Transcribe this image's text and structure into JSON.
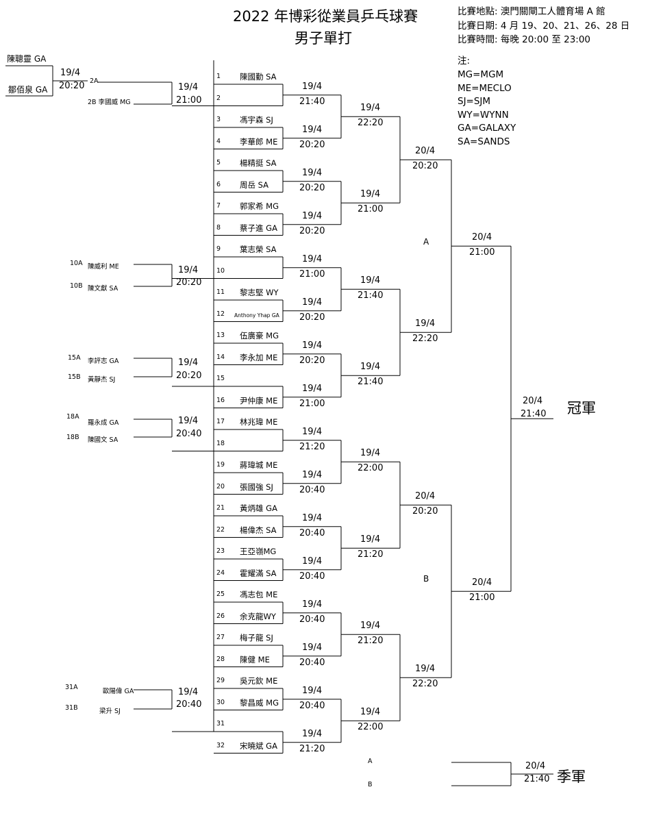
{
  "header": {
    "title_line1": "2022 年博彩從業員乒乓球賽",
    "title_line2": "男子單打"
  },
  "info": {
    "venue": "比賽地點: 澳門關閘工人體育場 A 館",
    "dates": "比賽日期: 4 月 19、20、21、26、28 日",
    "time": "比賽時間: 每晚 20:00 至 23:00"
  },
  "legend": {
    "heading": "注:",
    "items": [
      "MG=MGM",
      "ME=MECLO",
      "SJ=SJM",
      "WY=WYNN",
      "GA=GALAXY",
      "SA=SANDS"
    ]
  },
  "slots": [
    {
      "num": "1",
      "name": "陳國勤 SA"
    },
    {
      "num": "2",
      "name": ""
    },
    {
      "num": "3",
      "name": "馮宇森 SJ"
    },
    {
      "num": "4",
      "name": "李華郎 ME"
    },
    {
      "num": "5",
      "name": "楊精挺 SA"
    },
    {
      "num": "6",
      "name": "周岳 SA"
    },
    {
      "num": "7",
      "name": "郭家希 MG"
    },
    {
      "num": "8",
      "name": "蔡子進 GA"
    },
    {
      "num": "9",
      "name": "葉志榮 SA"
    },
    {
      "num": "10",
      "name": ""
    },
    {
      "num": "11",
      "name": "黎志堅 WY"
    },
    {
      "num": "12",
      "name": "Anthony Yhap GA"
    },
    {
      "num": "13",
      "name": "伍廣豪 MG"
    },
    {
      "num": "14",
      "name": "李永加 ME"
    },
    {
      "num": "15",
      "name": ""
    },
    {
      "num": "16",
      "name": "尹仲康 ME"
    },
    {
      "num": "17",
      "name": "林兆瑋 ME"
    },
    {
      "num": "18",
      "name": ""
    },
    {
      "num": "19",
      "name": "蔣瑋城 ME"
    },
    {
      "num": "20",
      "name": "張國強 SJ"
    },
    {
      "num": "21",
      "name": "黃炳雄 GA"
    },
    {
      "num": "22",
      "name": "楊偉杰 SA"
    },
    {
      "num": "23",
      "name": "王亞嶺MG"
    },
    {
      "num": "24",
      "name": "霍耀滿 SA"
    },
    {
      "num": "25",
      "name": "馮志包 ME"
    },
    {
      "num": "26",
      "name": "余克龍WY"
    },
    {
      "num": "27",
      "name": "梅子龍 SJ"
    },
    {
      "num": "28",
      "name": "陳健 ME"
    },
    {
      "num": "29",
      "name": "吳元欽 ME"
    },
    {
      "num": "30",
      "name": "黎昌威 MG"
    },
    {
      "num": "31",
      "name": ""
    },
    {
      "num": "32",
      "name": "宋曉斌 GA"
    }
  ],
  "prelim": {
    "p2": {
      "pre_top": "陳聰靈 GA",
      "pre_bottom": "鄒佰泉 GA",
      "pre_date": "19/4",
      "pre_time": "20:20",
      "a_code": "2A",
      "b_code": "2B 李國威 MG",
      "date": "19/4",
      "time": "21:00"
    },
    "p10": {
      "a_code": "10A",
      "a_name": "陳威利 ME",
      "b_code": "10B",
      "b_name": "陳文獻 SA",
      "date": "19/4",
      "time": "20:20"
    },
    "p15": {
      "a_code": "15A",
      "a_name": "李評志 GA",
      "b_code": "15B",
      "b_name": "黃靜杰 SJ",
      "date": "19/4",
      "time": "20:20"
    },
    "p18": {
      "a_code": "18A",
      "a_name": "羅永成 GA",
      "b_code": "18B",
      "b_name": "陳國文 SA",
      "date": "19/4",
      "time": "20:40"
    },
    "p31": {
      "a_code": "31A",
      "a_name": "歐陽偉 GA",
      "b_code": "31B",
      "b_name": "梁升 SJ",
      "date": "19/4",
      "time": "20:40"
    }
  },
  "r1": [
    {
      "date": "19/4",
      "time": "21:40"
    },
    {
      "date": "19/4",
      "time": "20:20"
    },
    {
      "date": "19/4",
      "time": "20:20"
    },
    {
      "date": "19/4",
      "time": "20:20"
    },
    {
      "date": "19/4",
      "time": "21:00"
    },
    {
      "date": "19/4",
      "time": "20:20"
    },
    {
      "date": "19/4",
      "time": "20:20"
    },
    {
      "date": "19/4",
      "time": "21:00"
    },
    {
      "date": "19/4",
      "time": "21:20"
    },
    {
      "date": "19/4",
      "time": "20:40"
    },
    {
      "date": "19/4",
      "time": "20:40"
    },
    {
      "date": "19/4",
      "time": "20:40"
    },
    {
      "date": "19/4",
      "time": "20:40"
    },
    {
      "date": "19/4",
      "time": "20:40"
    },
    {
      "date": "19/4",
      "time": "20:40"
    },
    {
      "date": "19/4",
      "time": "21:20"
    }
  ],
  "r2": [
    {
      "date": "19/4",
      "time": "22:20"
    },
    {
      "date": "19/4",
      "time": "21:00"
    },
    {
      "date": "19/4",
      "time": "21:40"
    },
    {
      "date": "19/4",
      "time": "21:40"
    },
    {
      "date": "19/4",
      "time": "22:00"
    },
    {
      "date": "19/4",
      "time": "21:20"
    },
    {
      "date": "19/4",
      "time": "21:20"
    },
    {
      "date": "19/4",
      "time": "22:00"
    }
  ],
  "r3": [
    {
      "date": "20/4",
      "time": "20:20"
    },
    {
      "date": "19/4",
      "time": "22:20"
    },
    {
      "date": "20/4",
      "time": "20:20"
    },
    {
      "date": "19/4",
      "time": "22:20"
    }
  ],
  "r4": [
    {
      "date": "20/4",
      "time": "21:00"
    },
    {
      "date": "20/4",
      "time": "21:00"
    }
  ],
  "final": {
    "date": "20/4",
    "time": "21:40",
    "label": "冠軍"
  },
  "half_labels": {
    "a": "A",
    "b": "B"
  },
  "third_place": {
    "a": "A",
    "b": "B",
    "date": "20/4",
    "time": "21:40",
    "label": "季軍"
  }
}
